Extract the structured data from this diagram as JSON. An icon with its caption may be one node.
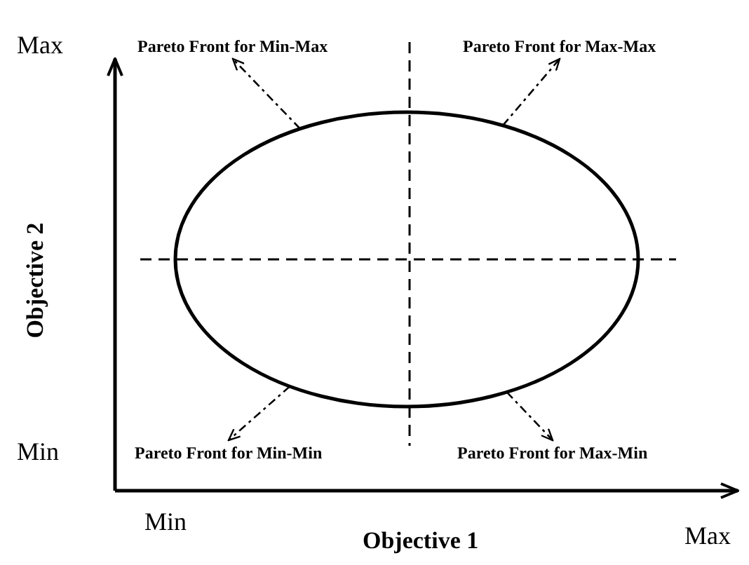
{
  "diagram": {
    "nodes": [
      {
        "text": [],
        "shape": "ellipse"
      },
      {
        "text": [
          "Pareto Front for Min-Max"
        ]
      },
      {
        "text": [
          "Pareto Front for Max-Max"
        ]
      },
      {
        "text": [
          "Pareto Front for Min-Min"
        ]
      },
      {
        "text": [
          "Pareto Front for Max-Min"
        ]
      }
    ],
    "edges": [
      {
        "from": 0,
        "to": 1,
        "arrow": "to",
        "style": "dashed"
      },
      {
        "from": 0,
        "to": 2,
        "arrow": "to",
        "style": "dashed"
      },
      {
        "from": 0,
        "to": 3,
        "arrow": "to",
        "style": "dashed"
      },
      {
        "from": 0,
        "to": 4,
        "arrow": "to",
        "style": "dashed"
      }
    ],
    "labels": [
      "Max",
      "Min",
      "Objective 2",
      "Min",
      "Objective 1",
      "Max"
    ]
  }
}
